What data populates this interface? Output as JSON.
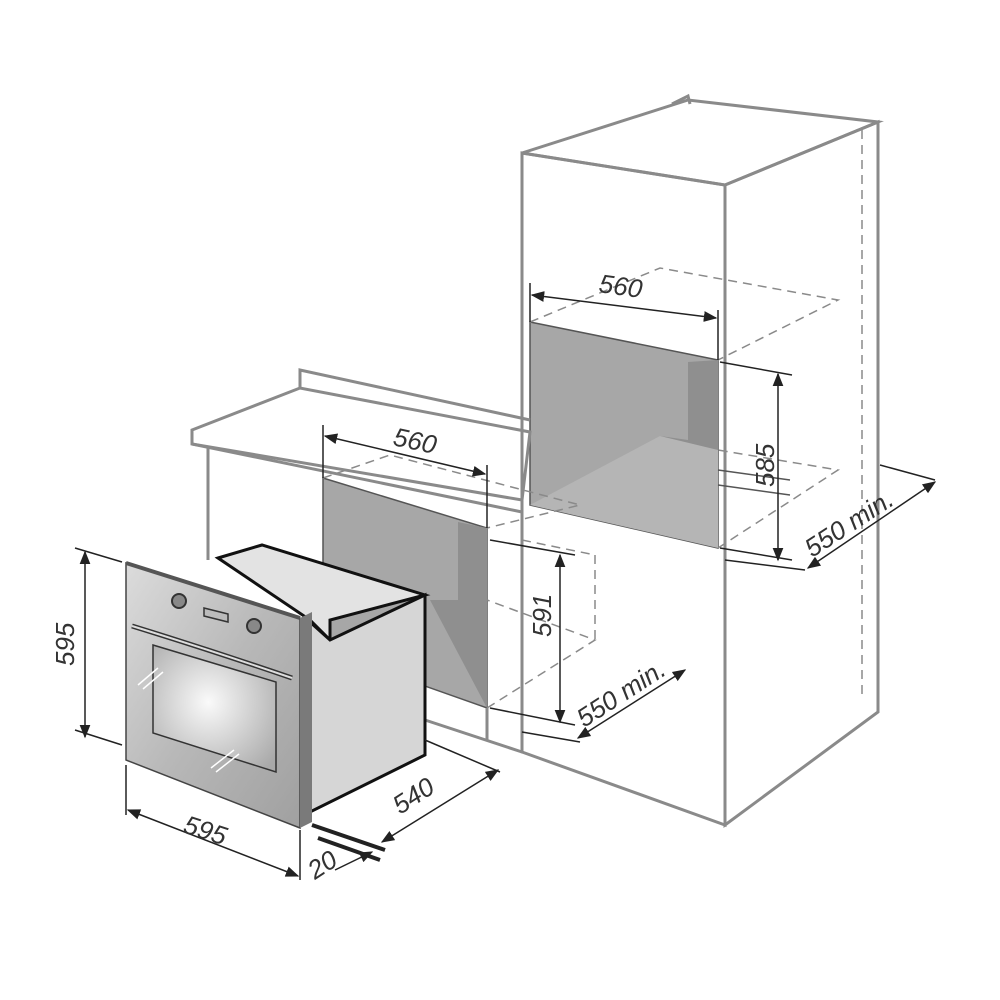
{
  "dimensions": {
    "tall_niche_width": "560",
    "tall_niche_height": "585",
    "tall_depth_min": "550 min.",
    "under_niche_width": "560",
    "under_niche_height": "591",
    "under_depth_min": "550 min.",
    "oven_height": "595",
    "oven_width": "595",
    "oven_depth": "540",
    "front_thickness": "20"
  },
  "colors": {
    "cabinet_line": "#8a8a8a",
    "niche_fill": "#a7a7a7",
    "oven_body": "#d9d9d9",
    "dimension_line": "#222222"
  }
}
